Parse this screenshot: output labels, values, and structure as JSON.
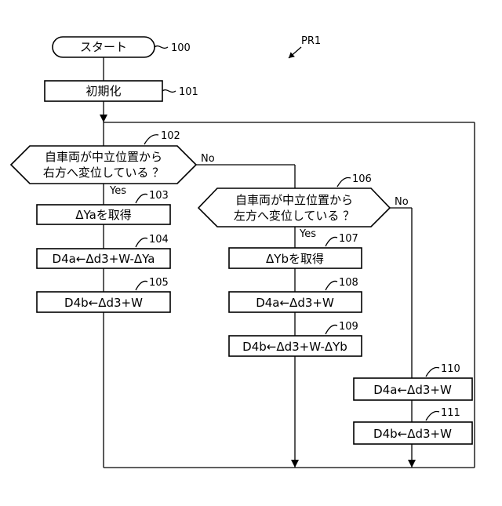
{
  "diagram": {
    "ref_label": "PR1",
    "nodes": {
      "n100": {
        "text": "スタート",
        "ref": "100"
      },
      "n101": {
        "text": "初期化",
        "ref": "101"
      },
      "n102": {
        "line1": "自車両が中立位置から",
        "line2": "右方へ変位している ？",
        "ref": "102",
        "yes": "Yes",
        "no": "No"
      },
      "n103": {
        "text": "ΔYaを取得",
        "ref": "103"
      },
      "n104": {
        "text": "D4a←Δd3+W-ΔYa",
        "ref": "104"
      },
      "n105": {
        "text": "D4b←Δd3+W",
        "ref": "105"
      },
      "n106": {
        "line1": "自車両が中立位置から",
        "line2": "左方へ変位している ？",
        "ref": "106",
        "yes": "Yes",
        "no": "No"
      },
      "n107": {
        "text": "ΔYbを取得",
        "ref": "107"
      },
      "n108": {
        "text": "D4a←Δd3+W",
        "ref": "108"
      },
      "n109": {
        "text": "D4b←Δd3+W-ΔYb",
        "ref": "109"
      },
      "n110": {
        "text": "D4a←Δd3+W",
        "ref": "110"
      },
      "n111": {
        "text": "D4b←Δd3+W",
        "ref": "111"
      }
    }
  }
}
